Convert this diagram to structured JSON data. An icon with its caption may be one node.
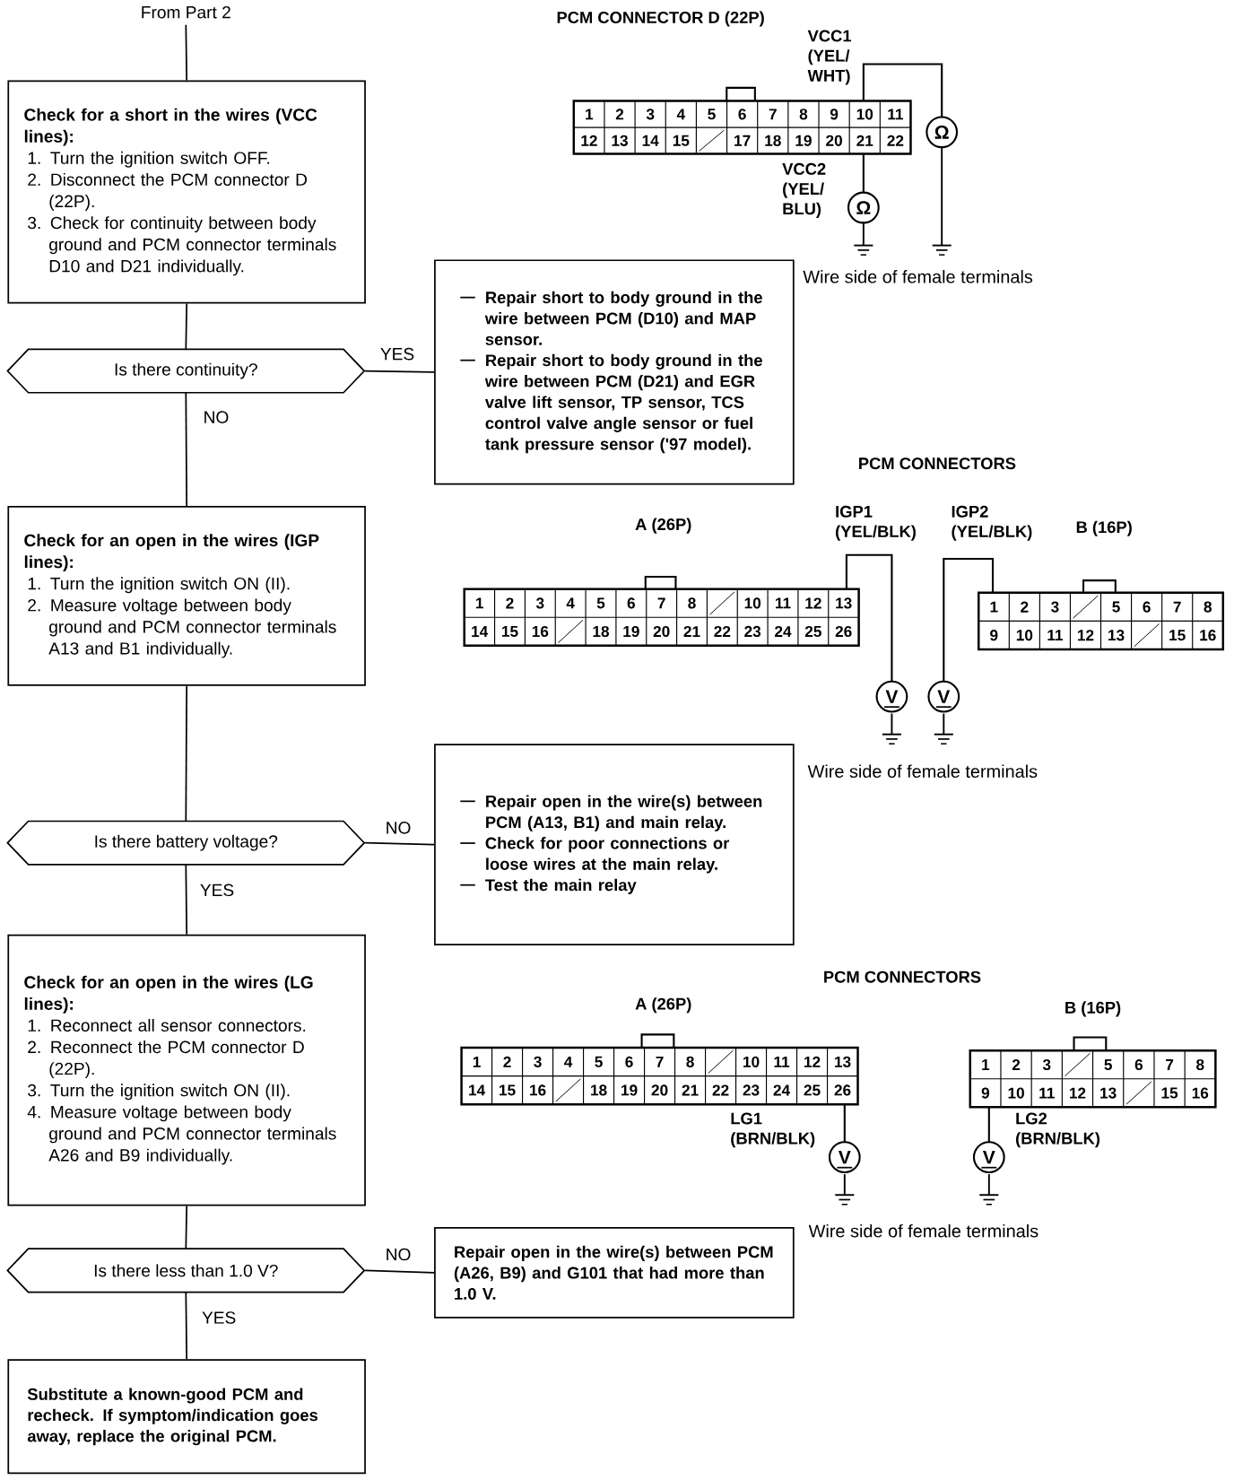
{
  "diagram": {
    "nodes": [
      {
        "text": [
          "From Part 2"
        ]
      },
      {
        "text": [
          "Check for a short in the wires (VCC lines):",
          "1. Turn the ignition switch OFF.",
          "2. Disconnect the PCM connector D (22P).",
          "3. Check for continuity between body ground and PCM connector terminals D10 and D21 individually."
        ]
      },
      {
        "text": [
          "Is there continuity?"
        ]
      },
      {
        "text": [
          "Repair short to body ground in the wire between PCM (D10) and MAP sensor.",
          "Repair short to body ground in the wire between PCM (D21) and EGR valve lift sensor, TP sensor, TCS control valve angle sensor or fuel tank pressure sensor ('97 model)."
        ]
      },
      {
        "text": [
          "Check for an open in the wires (IGP lines):",
          "1. Turn the ignition switch ON (II).",
          "2. Measure voltage between body ground and PCM connector terminals A13 and B1 individually."
        ]
      },
      {
        "text": [
          "Is there battery voltage?"
        ]
      },
      {
        "text": [
          "Repair open in the wire(s) between PCM (A13, B1) and main relay.",
          "Check for poor connections or loose wires at the main relay.",
          "Test the main relay"
        ]
      },
      {
        "text": [
          "Check for an open in the wires (LG lines):",
          "1. Reconnect all sensor connectors.",
          "2. Reconnect the PCM connector D (22P).",
          "3. Turn the ignition switch ON (II).",
          "4. Measure voltage between body ground and PCM connector terminals A26 and B9 individually."
        ]
      },
      {
        "text": [
          "Is there less than 1.0 V?"
        ]
      },
      {
        "text": [
          "Repair open in the wire(s) between PCM (A26, B9) and G101 that had more than 1.0 V."
        ]
      },
      {
        "text": [
          "Substitute a known-good PCM and recheck. If symptom/indication goes away, replace the original PCM."
        ]
      }
    ],
    "edges": [
      {
        "from": 0,
        "to": 1,
        "arrow": "none"
      },
      {
        "from": 1,
        "to": 2,
        "arrow": "none"
      },
      {
        "from": 2,
        "to": 3,
        "arrow": "none",
        "label": "YES"
      },
      {
        "from": 2,
        "to": 4,
        "arrow": "none",
        "label": "NO"
      },
      {
        "from": 4,
        "to": 5,
        "arrow": "none"
      },
      {
        "from": 5,
        "to": 6,
        "arrow": "none",
        "label": "NO"
      },
      {
        "from": 5,
        "to": 7,
        "arrow": "none",
        "label": "YES"
      },
      {
        "from": 7,
        "to": 8,
        "arrow": "none"
      },
      {
        "from": 8,
        "to": 9,
        "arrow": "none",
        "label": "NO"
      },
      {
        "from": 8,
        "to": 10,
        "arrow": "none",
        "label": "YES"
      }
    ],
    "labels": [
      "PCM CONNECTOR D (22P)",
      "VCC1 (YEL/ WHT)",
      "1",
      "2",
      "3",
      "4",
      "5",
      "6",
      "7",
      "8",
      "9",
      "10",
      "11",
      "12",
      "13",
      "14",
      "15",
      "17",
      "18",
      "19",
      "20",
      "21",
      "22",
      "VCC2 (YEL/ BLU)",
      "Ω",
      "Ω",
      "Wire side of female terminals",
      "PCM CONNECTORS",
      "A (26P)",
      "IGP1 (YEL/BLK)",
      "IGP2 (YEL/BLK)",
      "B (16P)",
      "1",
      "2",
      "3",
      "4",
      "5",
      "6",
      "7",
      "8",
      "10",
      "11",
      "12",
      "13",
      "14",
      "15",
      "16",
      "18",
      "19",
      "20",
      "21",
      "22",
      "23",
      "24",
      "25",
      "26",
      "1",
      "2",
      "3",
      "5",
      "6",
      "7",
      "8",
      "9",
      "10",
      "11",
      "12",
      "13",
      "15",
      "16",
      "V",
      "V",
      "Wire side of female terminals",
      "PCM CONNECTORS",
      "A (26P)",
      "B (16P)",
      "1",
      "2",
      "3",
      "4",
      "5",
      "6",
      "7",
      "8",
      "10",
      "11",
      "12",
      "13",
      "14",
      "15",
      "16",
      "18",
      "19",
      "20",
      "21",
      "22",
      "23",
      "24",
      "25",
      "26",
      "1",
      "2",
      "3",
      "5",
      "6",
      "7",
      "8",
      "9",
      "10",
      "11",
      "12",
      "13",
      "15",
      "16",
      "LG1 (BRN/BLK)",
      "LG2 (BRN/BLK)",
      "V",
      "V",
      "Wire side of female terminals"
    ]
  }
}
